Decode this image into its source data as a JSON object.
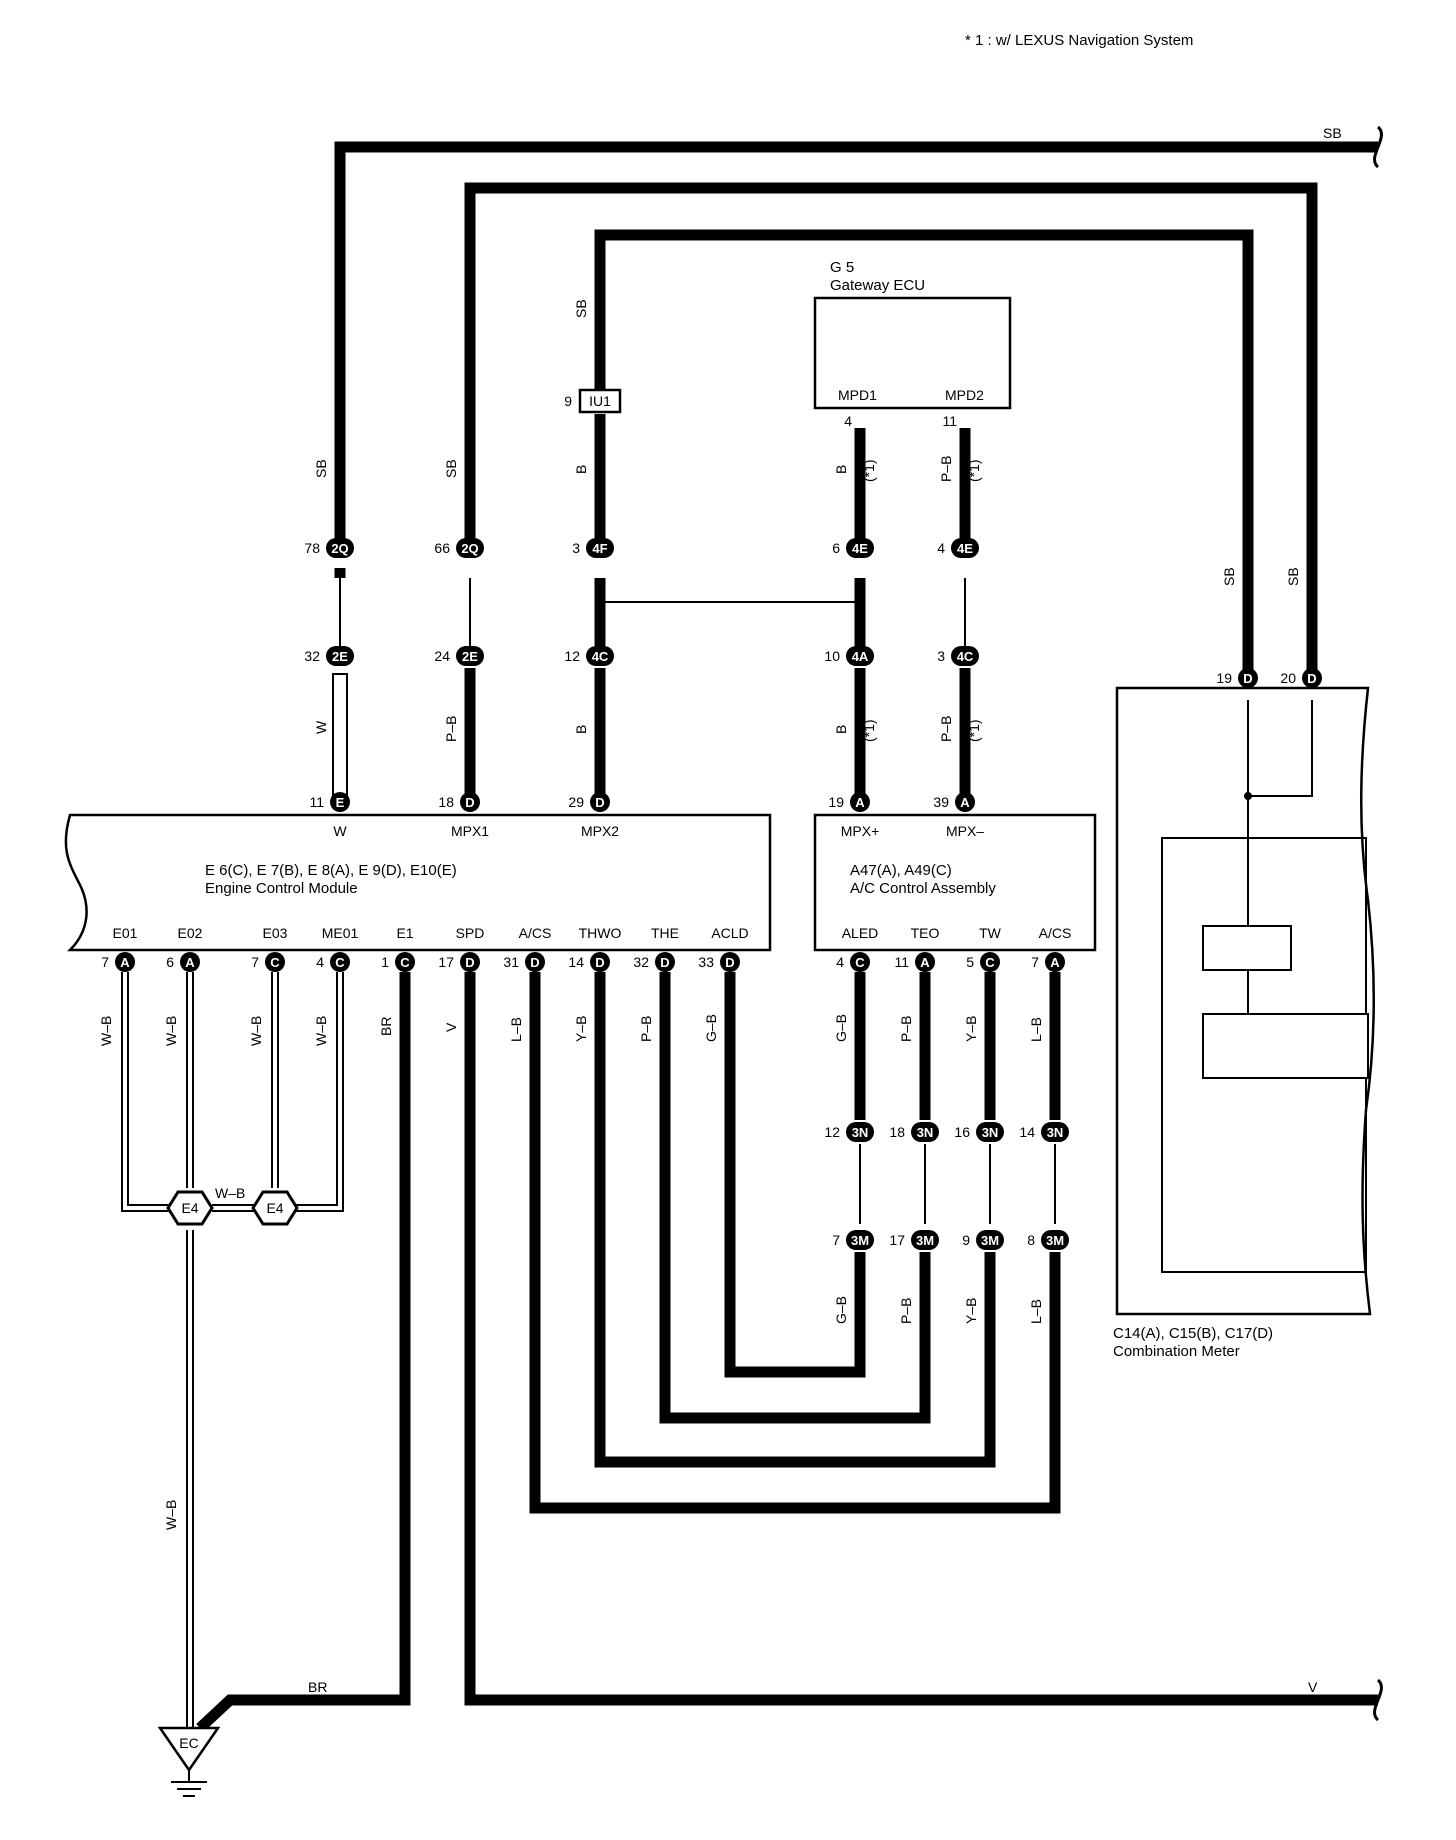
{
  "note": "* 1 : w/ LEXUS Navigation System",
  "components": {
    "ecm": {
      "title": "E 6(C), E 7(B), E 8(A), E 9(D), E10(E)",
      "name": "Engine Control Module",
      "top_pins": [
        "W",
        "MPX1",
        "MPX2"
      ],
      "bottom_pins": [
        "E01",
        "E02",
        "E03",
        "ME01",
        "E1",
        "SPD",
        "A/CS",
        "THWO",
        "THE",
        "ACLD"
      ]
    },
    "ac": {
      "title": "A47(A), A49(C)",
      "name": "A/C Control Assembly",
      "top_pins": [
        "MPX+",
        "MPX–"
      ],
      "bottom_pins": [
        "ALED",
        "TEO",
        "TW",
        "A/CS"
      ]
    },
    "gateway": {
      "title": "G 5",
      "name": "Gateway ECU",
      "pins": [
        "MPD1",
        "MPD2"
      ]
    },
    "meter": {
      "title": "C14(A), C15(B), C17(D)",
      "name": "Combination Meter"
    },
    "ground": {
      "ec": "EC",
      "e4": "E4"
    }
  },
  "wire_colors": {
    "sb": "SB",
    "w": "W",
    "pb": "P–B",
    "b": "B",
    "v": "V",
    "br": "BR",
    "wb": "W–B",
    "lb": "L–B",
    "yb": "Y–B",
    "gb": "G–B",
    "note1": "(*1)"
  },
  "connectors": {
    "c2q": "2Q",
    "c2e": "2E",
    "c4f": "4F",
    "c4c": "4C",
    "c4e": "4E",
    "c4a": "4A",
    "c3n": "3N",
    "c3m": "3M",
    "ciu1": "IU1",
    "pA": "A",
    "pC": "C",
    "pD": "D",
    "pE": "E"
  },
  "pin_numbers": {
    "p78": "78",
    "p66": "66",
    "p3": "3",
    "p6": "6",
    "p4": "4",
    "p32": "32",
    "p24": "24",
    "p12": "12",
    "p10": "10",
    "p11": "11",
    "p18": "18",
    "p29": "29",
    "p19": "19",
    "p39": "39",
    "p9": "9",
    "p20": "20",
    "p7": "7",
    "p1": "1",
    "p17": "17",
    "p31": "31",
    "p14": "14",
    "p33": "33",
    "p5": "5",
    "p16": "16",
    "p8": "8",
    "g4": "4",
    "g11": "11"
  }
}
